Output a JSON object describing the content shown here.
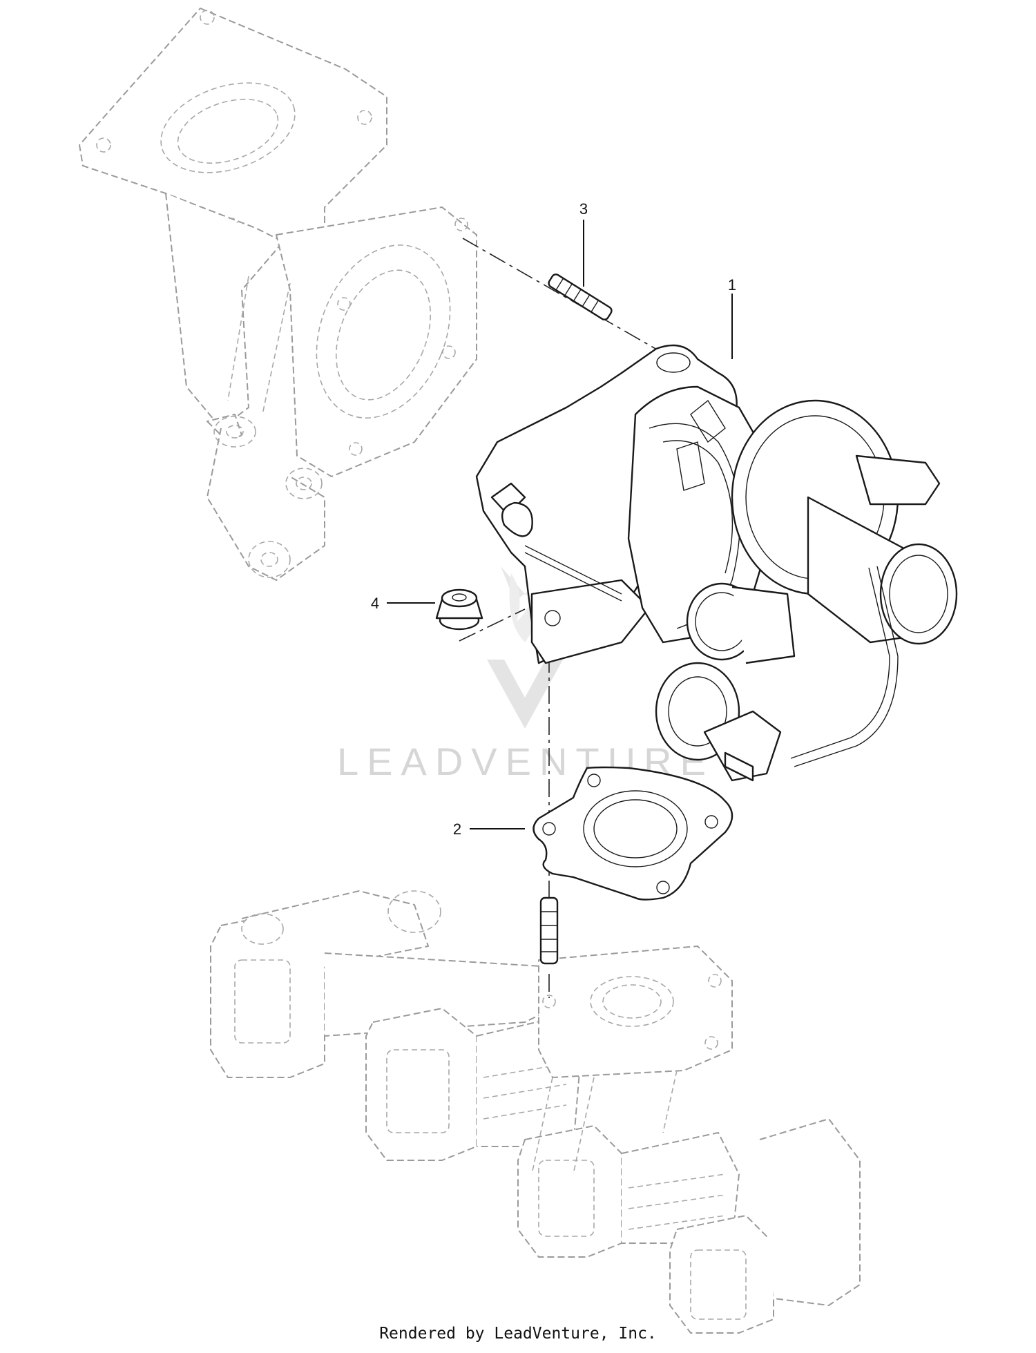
{
  "callouts": {
    "item1": "1",
    "item2": "2",
    "item3": "3",
    "item4": "4"
  },
  "watermark": "LEADVENTURE",
  "footer": "Rendered by LeadVenture, Inc.",
  "colors": {
    "line": "#1a1a1a",
    "ghost_line": "#9a9a9a",
    "watermark": "#d2d2d2",
    "background": "#ffffff"
  }
}
